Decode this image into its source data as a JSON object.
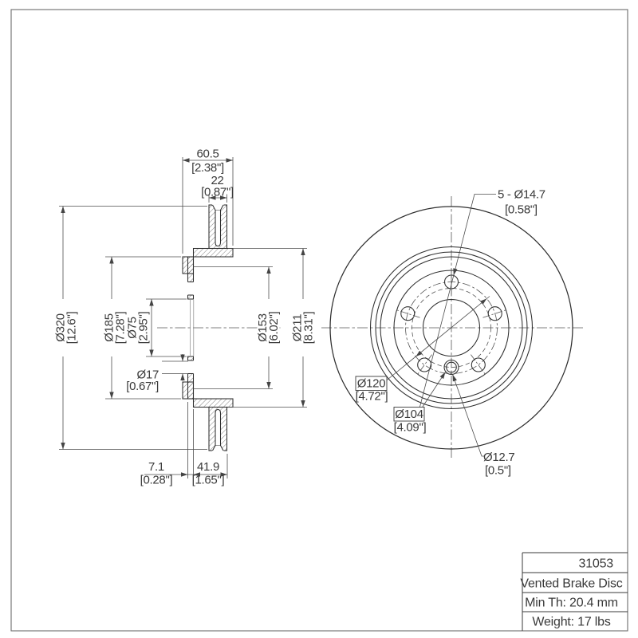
{
  "title_block": {
    "part_number": "31053",
    "description": "Vented Brake Disc",
    "min_thickness": "Min Th: 20.4 mm",
    "weight": "Weight: 17 lbs"
  },
  "section_view": {
    "overall_width": {
      "mm": "60.5",
      "in": "[2.38\"]"
    },
    "disc_thickness": {
      "mm": "22",
      "in": "[0.87\"]"
    },
    "outer_diameter": {
      "mm": "Ø320",
      "in": "[12.6\"]"
    },
    "hat_diameter": {
      "mm": "Ø185",
      "in": "[7.28\"]"
    },
    "center_bore": {
      "mm": "Ø75",
      "in": "[2.95\"]"
    },
    "lug_hole": {
      "mm": "Ø17",
      "in": "[0.67\"]"
    },
    "hub_face_diameter": {
      "mm": "Ø153",
      "in": "[6.02\"]"
    },
    "inner_braking_diameter": {
      "mm": "Ø211",
      "in": "[8.31\"]"
    },
    "plate_thickness": {
      "mm": "7.1",
      "in": "[0.28\"]"
    },
    "mounting_offset": {
      "mm": "41.9",
      "in": "[1.65\"]"
    }
  },
  "front_view": {
    "lug_holes": {
      "mm": "5 - Ø14.7",
      "in": "[0.58\"]"
    },
    "bolt_circle": {
      "mm": "Ø120",
      "in": "[4.72\"]"
    },
    "pin_circle": {
      "mm": "Ø104",
      "in": "[4.09\"]"
    },
    "pin_hole": {
      "mm": "Ø12.7",
      "in": "[0.5\"]"
    }
  }
}
